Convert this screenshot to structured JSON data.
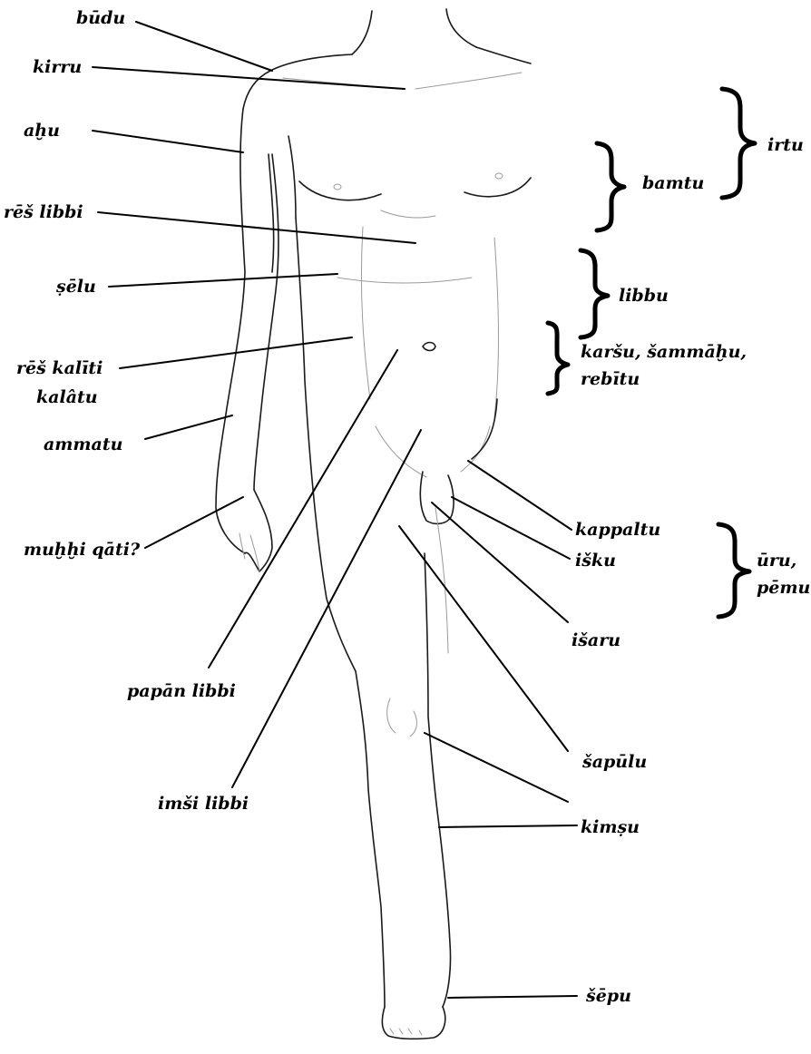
{
  "labels": {
    "budu": "būdu",
    "kirru": "kirru",
    "ahu": "aḫu",
    "res_libbi": "rēš libbi",
    "selu": "ṣēlu",
    "res_kaliti": "rēš kalīti",
    "kalatu": "kalâtu",
    "ammatu": "ammatu",
    "muhhi_qati": "muḫḫi qāti?",
    "papan_libbi": "papān libbi",
    "imsi_libbi": "imši libbi",
    "irtu": "irtu",
    "bamtu": "bamtu",
    "libbu": "libbu",
    "karsu_line1": "karšu, šammāḫu,",
    "karsu_line2": "rebītu",
    "kappaltu": "kappaltu",
    "isku": "išku",
    "isaru": "išaru",
    "uru_line1": "ūru,",
    "uru_line2": "pēmu",
    "sapulu": "šapūlu",
    "kimsu": "kimṣu",
    "sepu": "šēpu"
  },
  "colors": {
    "ink": "#000000",
    "figure": "#1a1a1a",
    "faint": "#9a9a9a",
    "background": "#ffffff"
  }
}
